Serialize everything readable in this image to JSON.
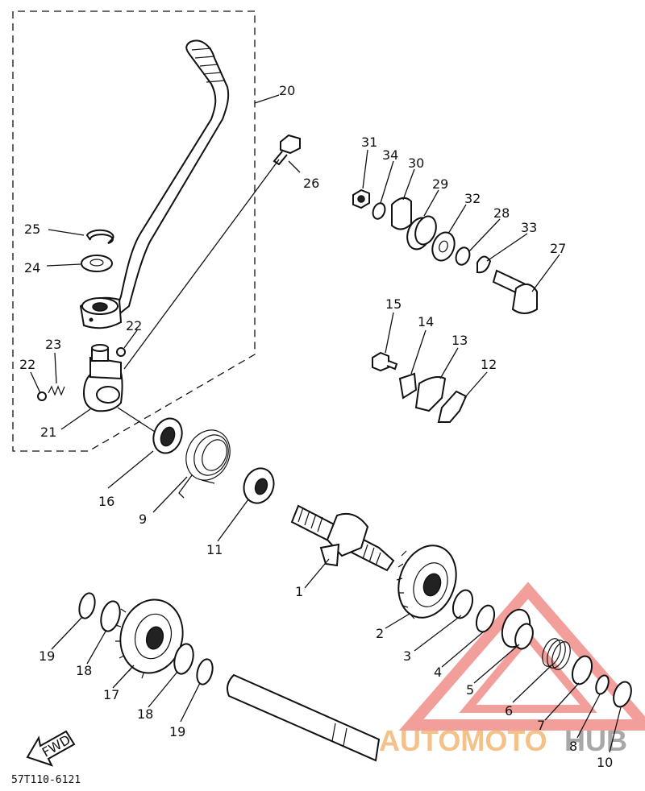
{
  "diagram": {
    "code": "57T110-6121",
    "fwd": "FWD",
    "watermark": {
      "text_a": "AUTOMOTO",
      "text_b": "HUB",
      "color_a": "#f2b36b",
      "color_b": "#9a9a9a",
      "triangle": "#e8504a"
    },
    "labels": [
      "1",
      "2",
      "3",
      "4",
      "5",
      "6",
      "7",
      "8",
      "9",
      "10",
      "11",
      "12",
      "13",
      "14",
      "15",
      "16",
      "17",
      "18",
      "18",
      "19",
      "19",
      "20",
      "21",
      "22",
      "22",
      "23",
      "24",
      "25",
      "26",
      "27",
      "28",
      "29",
      "30",
      "31",
      "32",
      "33",
      "34"
    ]
  }
}
